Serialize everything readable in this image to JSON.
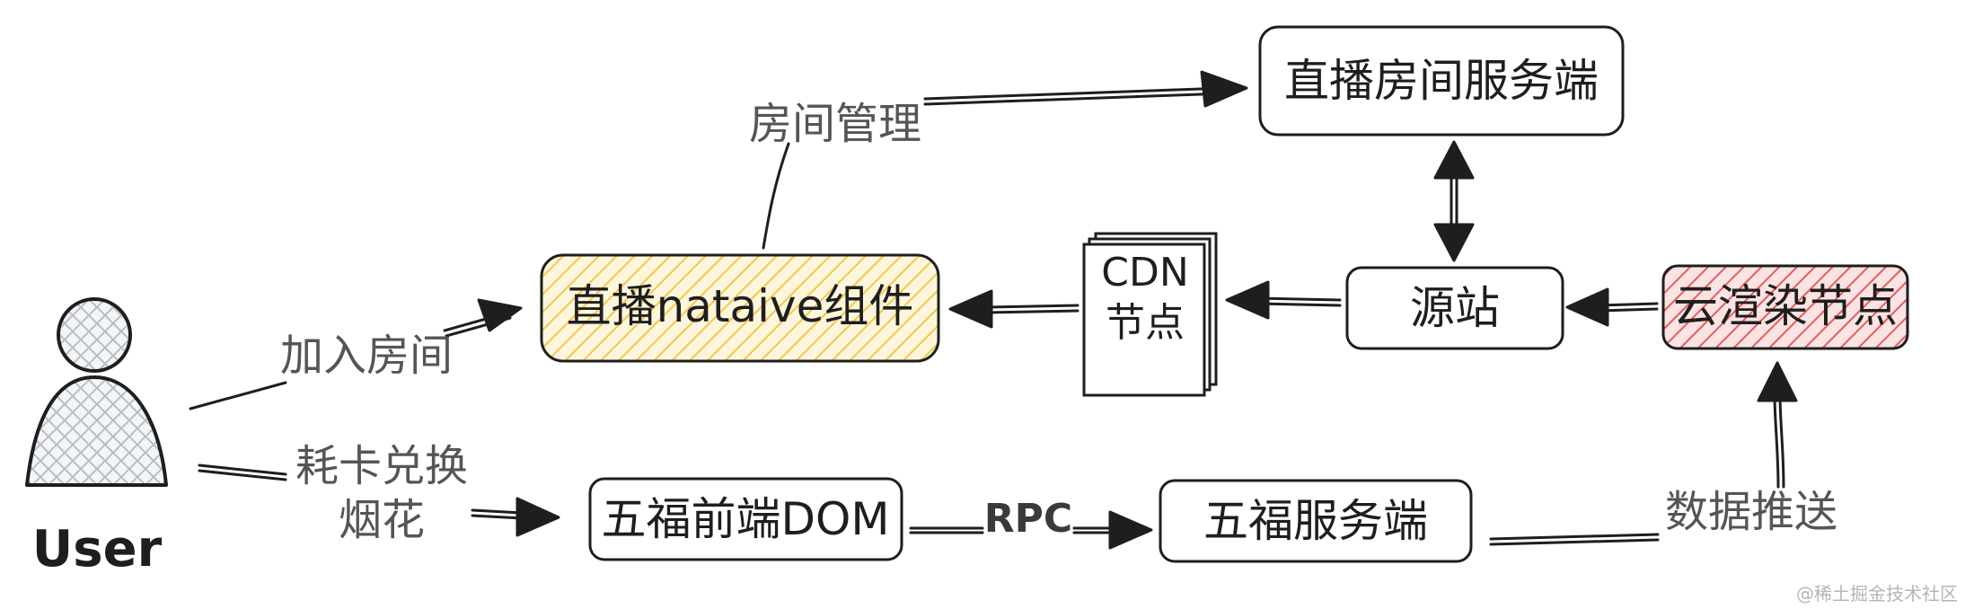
{
  "nodes": {
    "live_room_server": "直播房间服务端",
    "live_component": "直播nataive组件",
    "cdn": {
      "line1": "CDN",
      "line2": "节点"
    },
    "origin": "源站",
    "cloud_render": "云渲染节点",
    "wufu_frontend": "五福前端DOM",
    "wufu_server": "五福服务端"
  },
  "actor": {
    "label": "User"
  },
  "edge_labels": {
    "room_management": "房间管理",
    "join_room": "加入房间",
    "exchange_line1": "耗卡兑换",
    "exchange_line2": "烟花",
    "rpc": "RPC",
    "data_push": "数据推送"
  },
  "watermark": "@稀土掘金技术社区",
  "colors": {
    "stroke": "#1e1e1e",
    "yellow_fill": "#f5d76e",
    "red_fill": "#e85d5d",
    "user_hatch": "#b8bec6",
    "label_gray": "#555555"
  }
}
